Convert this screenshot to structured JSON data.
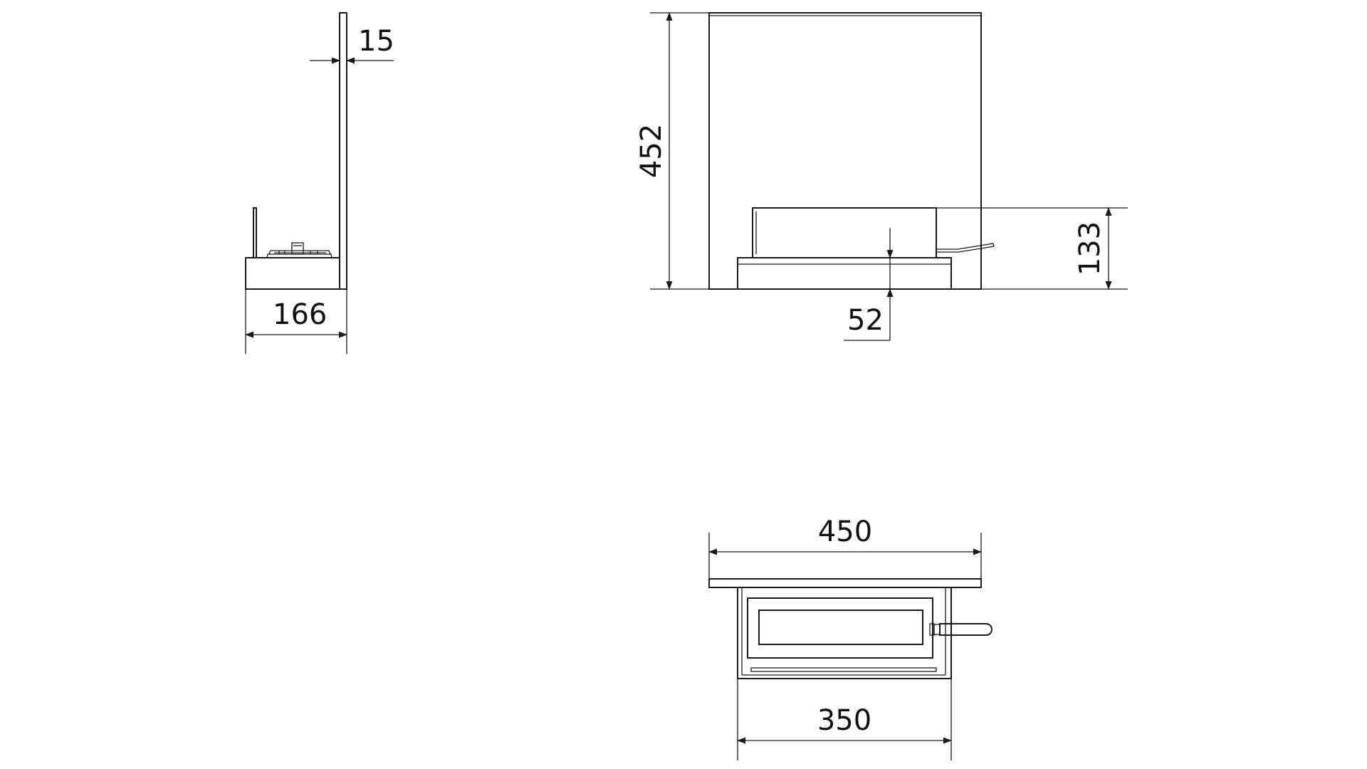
{
  "dimensions": {
    "side_thickness": "15",
    "side_depth": "166",
    "front_height": "452",
    "front_burner_height": "133",
    "front_base_height": "52",
    "top_width": "450",
    "top_burner_width": "350"
  },
  "colors": {
    "line": "#1a1a1a",
    "background": "#ffffff"
  }
}
